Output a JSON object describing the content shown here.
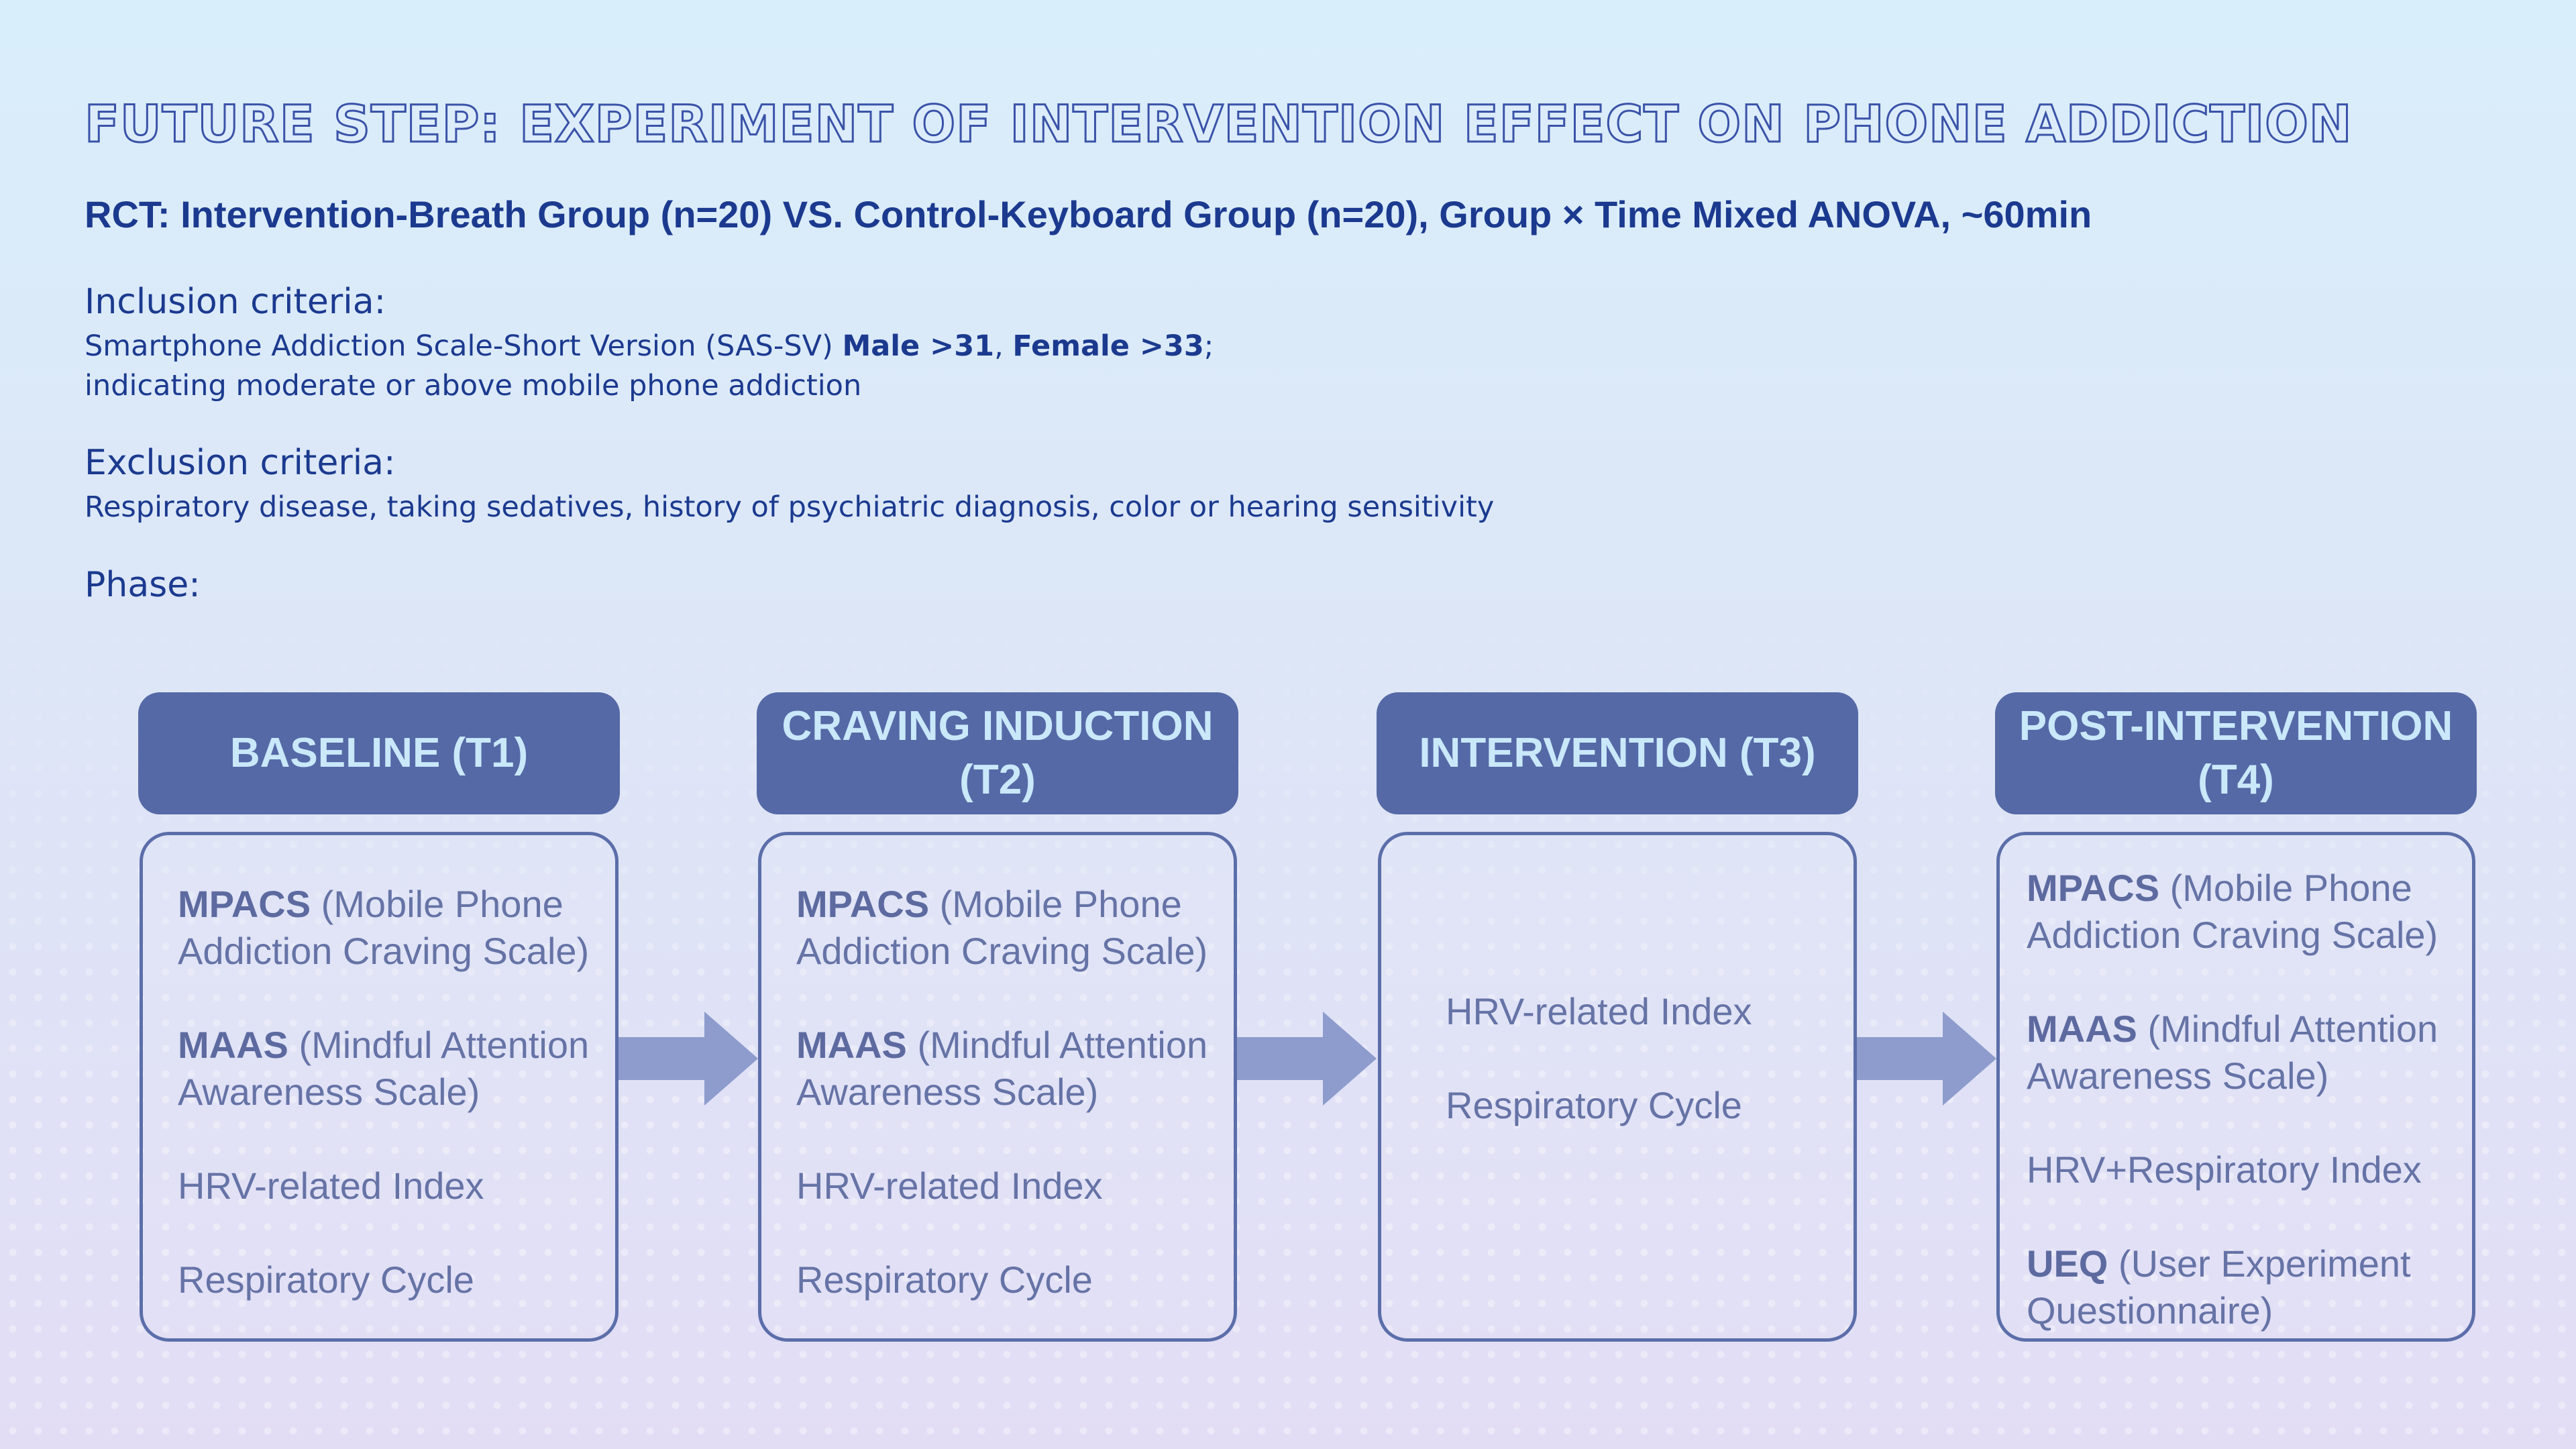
{
  "title": "Future Step: Experiment of Intervention Effect on Phone Addiction",
  "subtitle": "RCT: Intervention-Breath Group (n=20) VS. Control-Keyboard Group (n=20),  Group × Time Mixed ANOVA, ~60min",
  "inclusion": {
    "heading": "Inclusion criteria:",
    "line1_prefix": "Smartphone Addiction Scale-Short Version (SAS-SV) ",
    "line1_male": "Male >31",
    "line1_sep": ", ",
    "line1_female": "Female >33",
    "line1_suffix": ";",
    "line2": "indicating moderate or above mobile phone addiction"
  },
  "exclusion": {
    "heading": "Exclusion criteria:",
    "line": "Respiratory disease, taking sedatives, history of psychiatric diagnosis, color or hearing sensitivity"
  },
  "phase_label": "Phase:",
  "phases": [
    {
      "header": "BASELINE (T1)",
      "items": [
        {
          "bold": "MPACS",
          "rest": " (Mobile Phone",
          "line2": "Addiction Craving Scale)"
        },
        {
          "bold": "MAAS",
          "rest": " (Mindful Attention",
          "line2": "Awareness Scale)"
        },
        {
          "bold": "",
          "rest": "HRV-related Index",
          "line2": ""
        },
        {
          "bold": "",
          "rest": "Respiratory Cycle",
          "line2": ""
        }
      ]
    },
    {
      "header": "CRAVING INDUCTION (T2)",
      "items": [
        {
          "bold": "MPACS",
          "rest": " (Mobile Phone",
          "line2": "Addiction Craving Scale)"
        },
        {
          "bold": "MAAS",
          "rest": " (Mindful Attention",
          "line2": "Awareness Scale)"
        },
        {
          "bold": "",
          "rest": "HRV-related Index",
          "line2": ""
        },
        {
          "bold": "",
          "rest": "Respiratory Cycle",
          "line2": ""
        }
      ]
    },
    {
      "header": "INTERVENTION (T3)",
      "items": [
        {
          "bold": "",
          "rest": "HRV-related Index",
          "line2": ""
        },
        {
          "bold": "",
          "rest": "Respiratory Cycle",
          "line2": ""
        }
      ]
    },
    {
      "header": "POST-INTERVENTION (T4)",
      "items": [
        {
          "bold": "MPACS",
          "rest": " (Mobile Phone",
          "line2": "Addiction Craving Scale)"
        },
        {
          "bold": "MAAS",
          "rest": " (Mindful Attention",
          "line2": "Awareness Scale)"
        },
        {
          "bold": "",
          "rest": "HRV+Respiratory Index",
          "line2": ""
        },
        {
          "bold": "UEQ",
          "rest": " (User Experiment",
          "line2": "Questionnaire)"
        }
      ]
    }
  ],
  "colors": {
    "header_bg": "#5569a6",
    "header_text": "#c9e8fa",
    "arrow": "#8d9ccc",
    "text_dark": "#1b3a8f",
    "item_text": "#6673a6"
  }
}
